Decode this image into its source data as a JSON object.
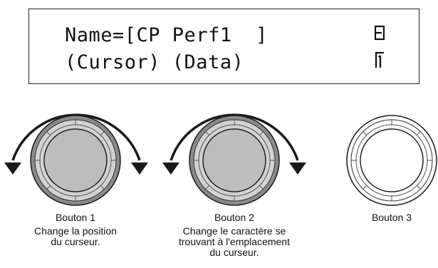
{
  "display": {
    "line1": "Name=[CP Perf1  ]",
    "line2": "(Cursor) (Data)",
    "icon_top": "edit-indicator-icon",
    "icon_bottom": "page-indicator-icon"
  },
  "knobs": [
    {
      "label": "Bouton 1",
      "description": "Change la position\ndu curseur."
    },
    {
      "label": "Bouton 2",
      "description": "Change le caractère se\ntrouvant à l'emplacement\ndu curseur."
    },
    {
      "label": "Bouton 3",
      "description": ""
    }
  ],
  "colors": {
    "knob_fill": "#c8c8c8",
    "knob_inner": "#bdbdbd",
    "outline": "#1a1a1a"
  }
}
